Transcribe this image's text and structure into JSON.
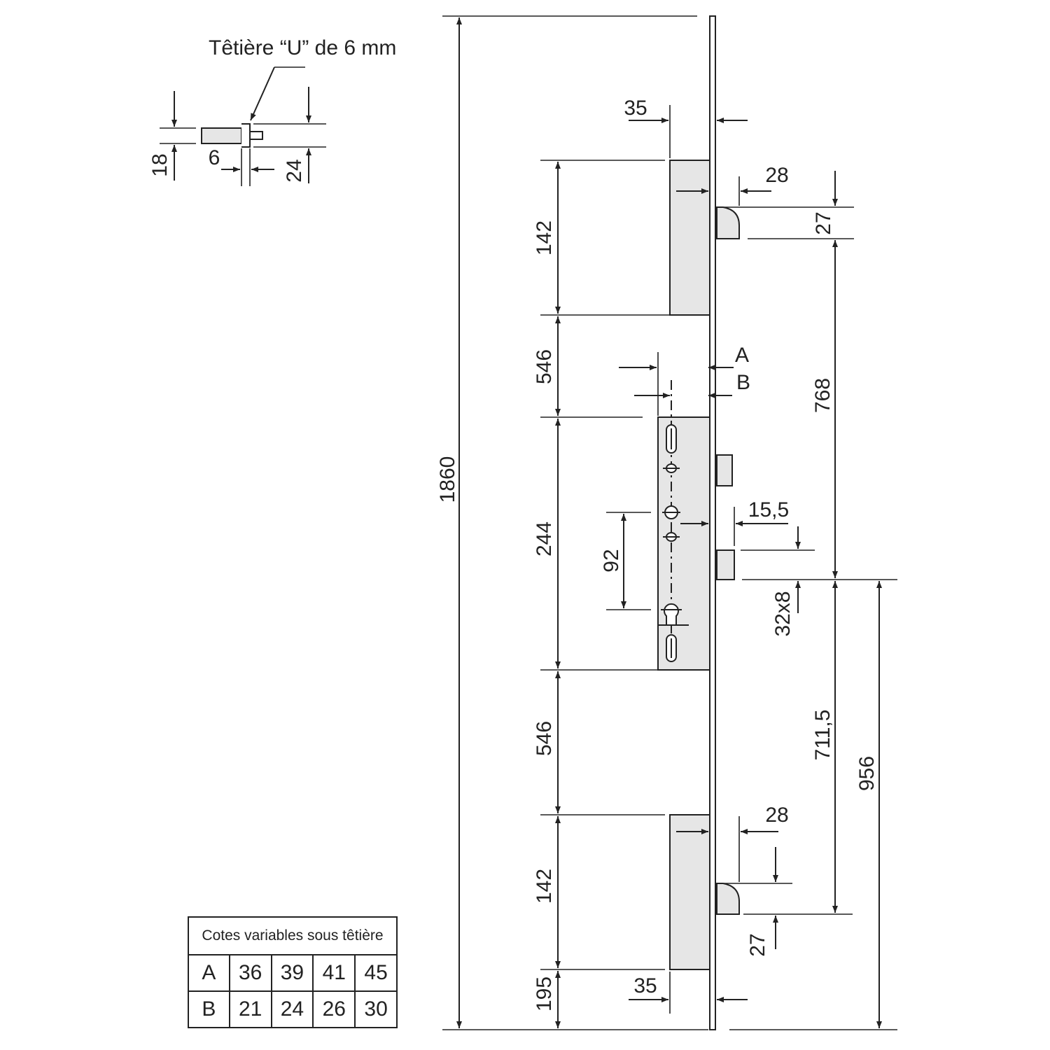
{
  "detail": {
    "label": "Têtière “U” de 6 mm",
    "dims": [
      "18",
      "6",
      "24"
    ]
  },
  "main": {
    "overall_height": "1860",
    "left_dims": [
      "142",
      "546",
      "244",
      "546",
      "142",
      "195"
    ],
    "backset_dims": [
      "35",
      "35"
    ],
    "roller_dims": [
      "28",
      "27",
      "28",
      "27"
    ],
    "variable_labels": [
      "A",
      "B"
    ],
    "center_dims": [
      "92",
      "15,5",
      "32x8"
    ],
    "right_dims": [
      "768",
      "711,5",
      "956"
    ]
  },
  "table": {
    "caption": "Cotes variables sous têtière",
    "rows": [
      {
        "label": "A",
        "values": [
          "36",
          "39",
          "41",
          "45"
        ]
      },
      {
        "label": "B",
        "values": [
          "21",
          "24",
          "26",
          "30"
        ]
      }
    ]
  }
}
